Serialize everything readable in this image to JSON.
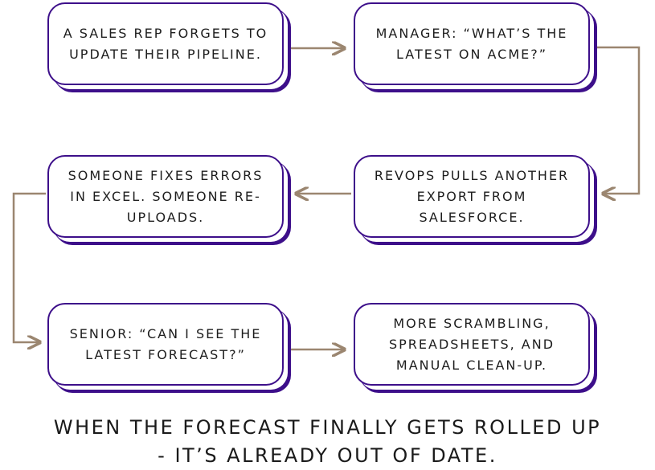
{
  "diagram": {
    "steps": [
      {
        "id": "step-1",
        "text": "A SALES REP FORGETS TO UPDATE THEIR PIPELINE."
      },
      {
        "id": "step-2",
        "text": "MANAGER: “WHAT’S THE LATEST ON ACME?”"
      },
      {
        "id": "step-3",
        "text": "REVOPS PULLS ANOTHER EXPORT FROM SALESFORCE."
      },
      {
        "id": "step-4",
        "text": "SOMEONE FIXES ERRORS IN EXCEL. SOMEONE RE-UPLOADS."
      },
      {
        "id": "step-5",
        "text": "SENIOR: “CAN I SEE THE LATEST FORECAST?”"
      },
      {
        "id": "step-6",
        "text": "MORE SCRAMBLING, SPREADSHEETS, AND MANUAL CLEAN-UP."
      }
    ],
    "caption_line_1": "WHEN THE FORECAST FINALLY GETS ROLLED UP",
    "caption_line_2": "- IT’S ALREADY OUT OF DATE.",
    "colors": {
      "box_border": "#3d0f8a",
      "connector": "#9b8670",
      "text": "#1d1d1d"
    }
  }
}
